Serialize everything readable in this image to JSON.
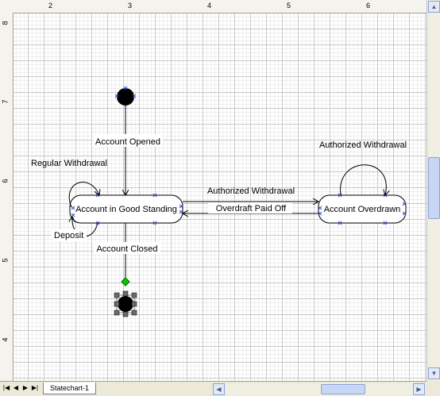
{
  "ruler": {
    "top_labels": [
      "2",
      "3",
      "4",
      "5",
      "6"
    ],
    "left_labels": [
      "8",
      "7",
      "6",
      "5",
      "4"
    ]
  },
  "diagram": {
    "states": {
      "good_standing": "Account in Good Standing",
      "overdrawn": "Account Overdrawn"
    },
    "transitions": {
      "opened": "Account Opened",
      "regular_withdrawal": "Regular Withdrawal",
      "deposit": "Deposit",
      "authorized_withdrawal_to_overdrawn": "Authorized Withdrawal",
      "overdraft_paid_off": "Overdraft Paid Off",
      "authorized_withdrawal_self": "Authorized Withdrawal",
      "closed": "Account Closed"
    }
  },
  "tabs": {
    "page_tab": "Statechart-1"
  },
  "colors": {
    "selection_handle": "#00cc00",
    "connection_point": "#3355cc",
    "canvas": "#ffffff",
    "chrome": "#ece9d8"
  }
}
